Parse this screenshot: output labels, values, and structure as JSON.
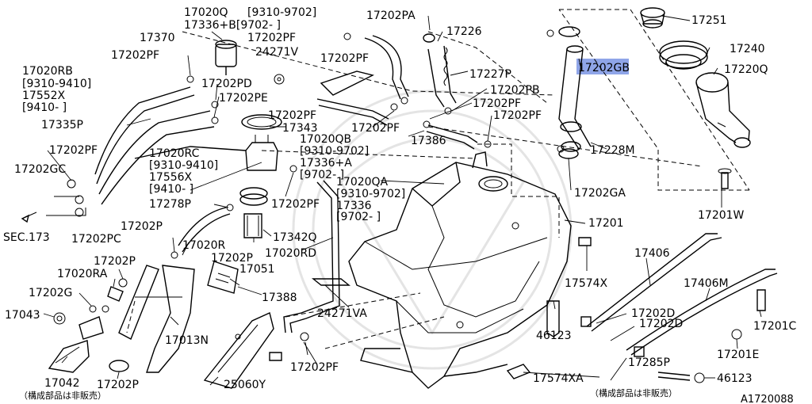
{
  "highlight_color": "#8fa5e8",
  "labels": {
    "l17020Q": "17020Q",
    "l9310_9702_a": "[9310-9702]",
    "l17336B": "17336+B[9702-    ]",
    "l17202PA": "17202PA",
    "l17226": "17226",
    "l17251": "17251",
    "l17370": "17370",
    "l17202PF_1": "17202PF",
    "l24271V": "24271V",
    "l17240": "17240",
    "l17202PF_2": "17202PF",
    "l17202GB": "17202GB",
    "l17220Q": "17220Q",
    "l17020RB": "17020RB",
    "l9310_9410_a": "[9310-9410]",
    "l17552X": "17552X",
    "l9410_a": "[9410-    ]",
    "l17202PF_3": "17202PF",
    "l17202PD": "17202PD",
    "l17202PF_4": "17202PF",
    "l17227P": "17227P",
    "l17202PB": "17202PB",
    "l17202PE": "17202PE",
    "l17202PF_5": "17202PF",
    "l17335P": "17335P",
    "l17202PF_6": "17202PF",
    "l17202PF_7": "17202PF",
    "l17343": "17343",
    "l17386": "17386",
    "l17020QB": "17020QB",
    "l9310_9702_b": "[9310-9702]",
    "l17336A": "17336+A",
    "l9702_a": "[9702-    ]",
    "l17228M": "17228M",
    "l17202PF_8": "17202PF",
    "l17020RC": "17020RC",
    "l9310_9410_b": "[9310-9410]",
    "l17556X": "17556X",
    "l9410_b": "[9410-    ]",
    "l17202GC": "17202GC",
    "l17020QA": "17020QA",
    "l9310_9702_c": "[9310-9702]",
    "l17336": "17336",
    "l9702_b": "[9702-    ]",
    "l17202GA": "17202GA",
    "l17278P": "17278P",
    "l17202PF_9": "17202PF",
    "l17201": "17201",
    "l17201W": "17201W",
    "lSEC173": "SEC.173",
    "l17202PC": "17202PC",
    "l17342Q": "17342Q",
    "l17202P_1": "17202P",
    "l17020R": "17020R",
    "l17202P_2": "17202P",
    "l17020RD": "17020RD",
    "l17406": "17406",
    "l17202P_3": "17202P",
    "l17051": "17051",
    "l17574X": "17574X",
    "l17406M": "17406M",
    "l17020RA": "17020RA",
    "l17202G": "17202G",
    "l17388": "17388",
    "l17043": "17043",
    "l24271VA": "24271VA",
    "l46123_a": "46123",
    "l17202D_1": "17202D",
    "l17202D_2": "17202D",
    "l17201C": "17201C",
    "l17013N": "17013N",
    "l17201E": "17201E",
    "l17202PF_10": "17202PF",
    "l17042": "17042",
    "l17202P_4": "17202P",
    "l17574XA": "17574XA",
    "l17285P": "17285P",
    "l46123_b": "46123",
    "l25060Y": "25060Y",
    "note_left": "（構成部品は非販売）",
    "note_right": "（構成部品は非販売）",
    "diagram_code": "A1720088"
  }
}
